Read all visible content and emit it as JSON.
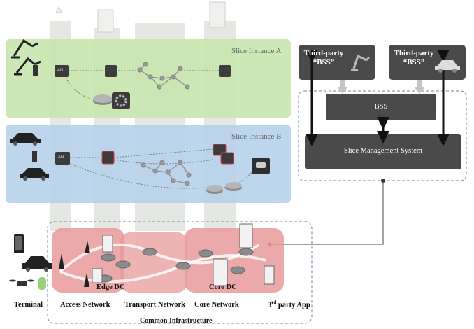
{
  "slices": {
    "a_title": "Slice Instance A",
    "b_title": "Slice Instance B"
  },
  "nodes": {
    "an_label": "AN"
  },
  "right_panel": {
    "third_party_1_line1": "Third-party",
    "third_party_1_line2": "“BSS”",
    "third_party_2_line1": "Third-party",
    "third_party_2_line2": "“BSS”",
    "bss": "BSS",
    "sms": "Slice Management System"
  },
  "infrastructure": {
    "edge_dc": "Edge DC",
    "core_dc": "Core DC",
    "terminal": "Terminal",
    "access_network": "Access Network",
    "transport_network": "Transport Network",
    "core_network": "Core Network",
    "third_party_app_prefix": "3",
    "third_party_app_sup": "rd",
    "third_party_app_suffix": " party App",
    "common_infrastructure": "Common Infrastructure"
  },
  "colors": {
    "slice_a": "#c8e6b0",
    "slice_b": "#b8d2ea",
    "infra_pink": "#e89a9a",
    "column_gray": "#e6e8e4",
    "node_dark": "#3c3c3c",
    "panel_dark": "#4a4a4a"
  }
}
